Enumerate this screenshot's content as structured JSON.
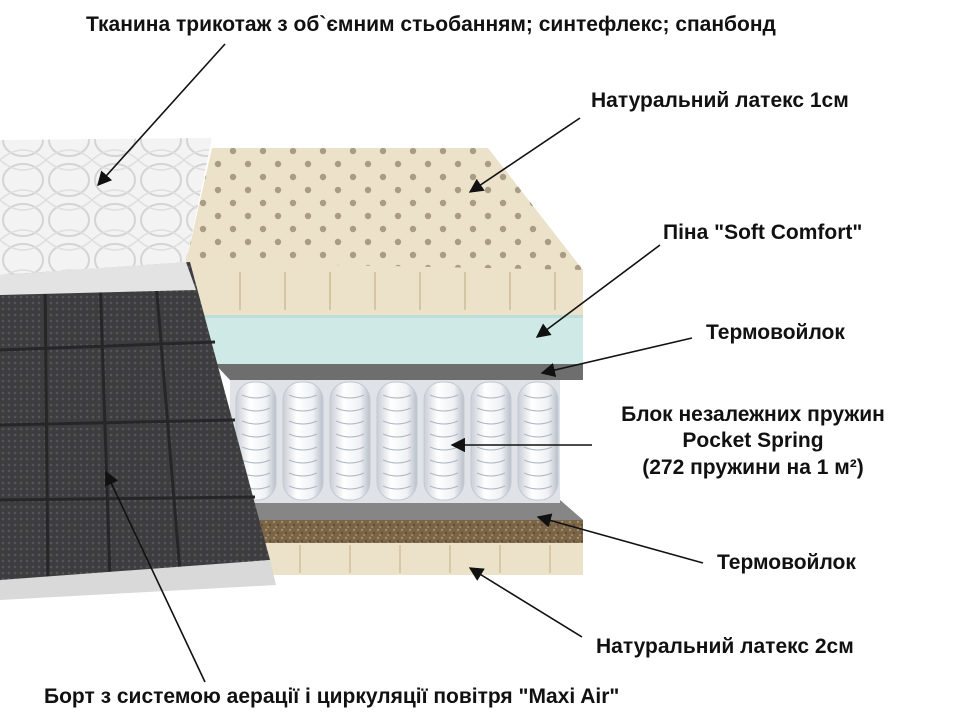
{
  "labels": {
    "cover": "Тканина трикотаж з об`ємним стьобанням; синтефлекс; спанбонд",
    "latex_top": "Натуральний латекс 1см",
    "foam": "Піна \"Soft Comfort\"",
    "felt_top": "Термовойлок",
    "springs_line1": "Блок незалежних пружин",
    "springs_line2": "Pocket Spring",
    "springs_line3": "(272 пружини на 1 м²)",
    "felt_bottom": "Термовойлок",
    "latex_bottom": "Натуральний латекс 2см",
    "border": "Борт з системою аерації і циркуляції повітря \"Maxi Air\""
  },
  "colors": {
    "latex": "#ebe2c9",
    "latex_dots": "#a89c84",
    "foam": "#cfe9e7",
    "felt": "#6e6e6e",
    "coconut": "#7a6548",
    "spring_pocket": "#f4f6f8",
    "side_panel": "#3a3a3c",
    "cover_fabric": "#f3f3f3",
    "arrow": "#111111"
  }
}
